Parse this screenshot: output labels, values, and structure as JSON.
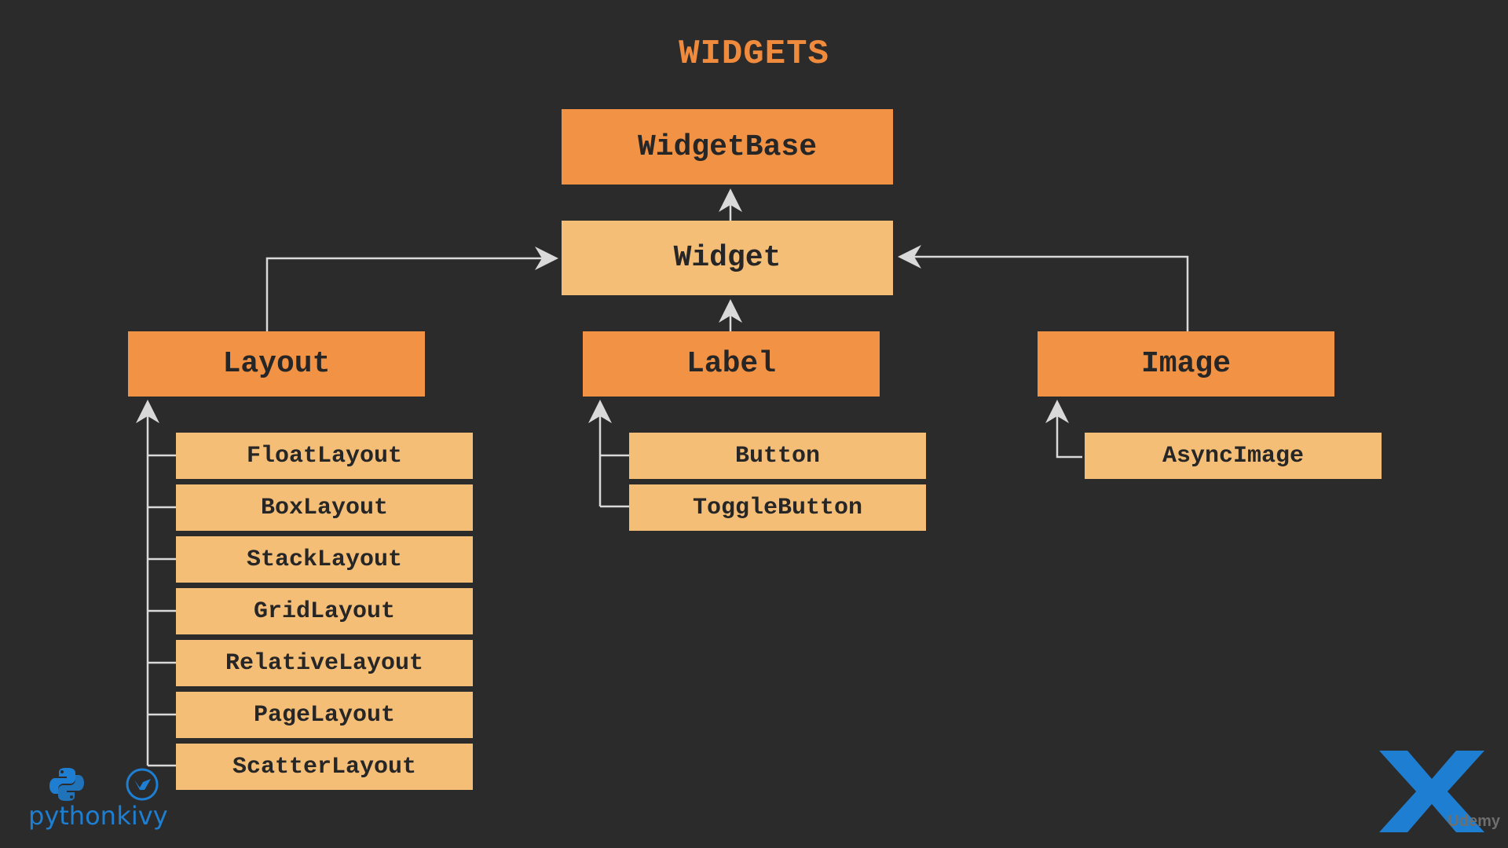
{
  "title": "WIDGETS",
  "nodes": {
    "widget_base": "WidgetBase",
    "widget": "Widget",
    "layout": "Layout",
    "label": "Label",
    "image": "Image",
    "float_layout": "FloatLayout",
    "box_layout": "BoxLayout",
    "stack_layout": "StackLayout",
    "grid_layout": "GridLayout",
    "relative_layout": "RelativeLayout",
    "page_layout": "PageLayout",
    "scatter_layout": "ScatterLayout",
    "button": "Button",
    "toggle_button": "ToggleButton",
    "async_image": "AsyncImage"
  },
  "logos": {
    "python": "python",
    "kivy": "kivy",
    "udemy": "Udemy"
  },
  "colors": {
    "background": "#2b2b2b",
    "title": "#f08a3c",
    "box_dark": "#f29244",
    "box_light": "#f5be77",
    "connector": "#d9d9d9",
    "brand_blue": "#1e7fd2"
  }
}
